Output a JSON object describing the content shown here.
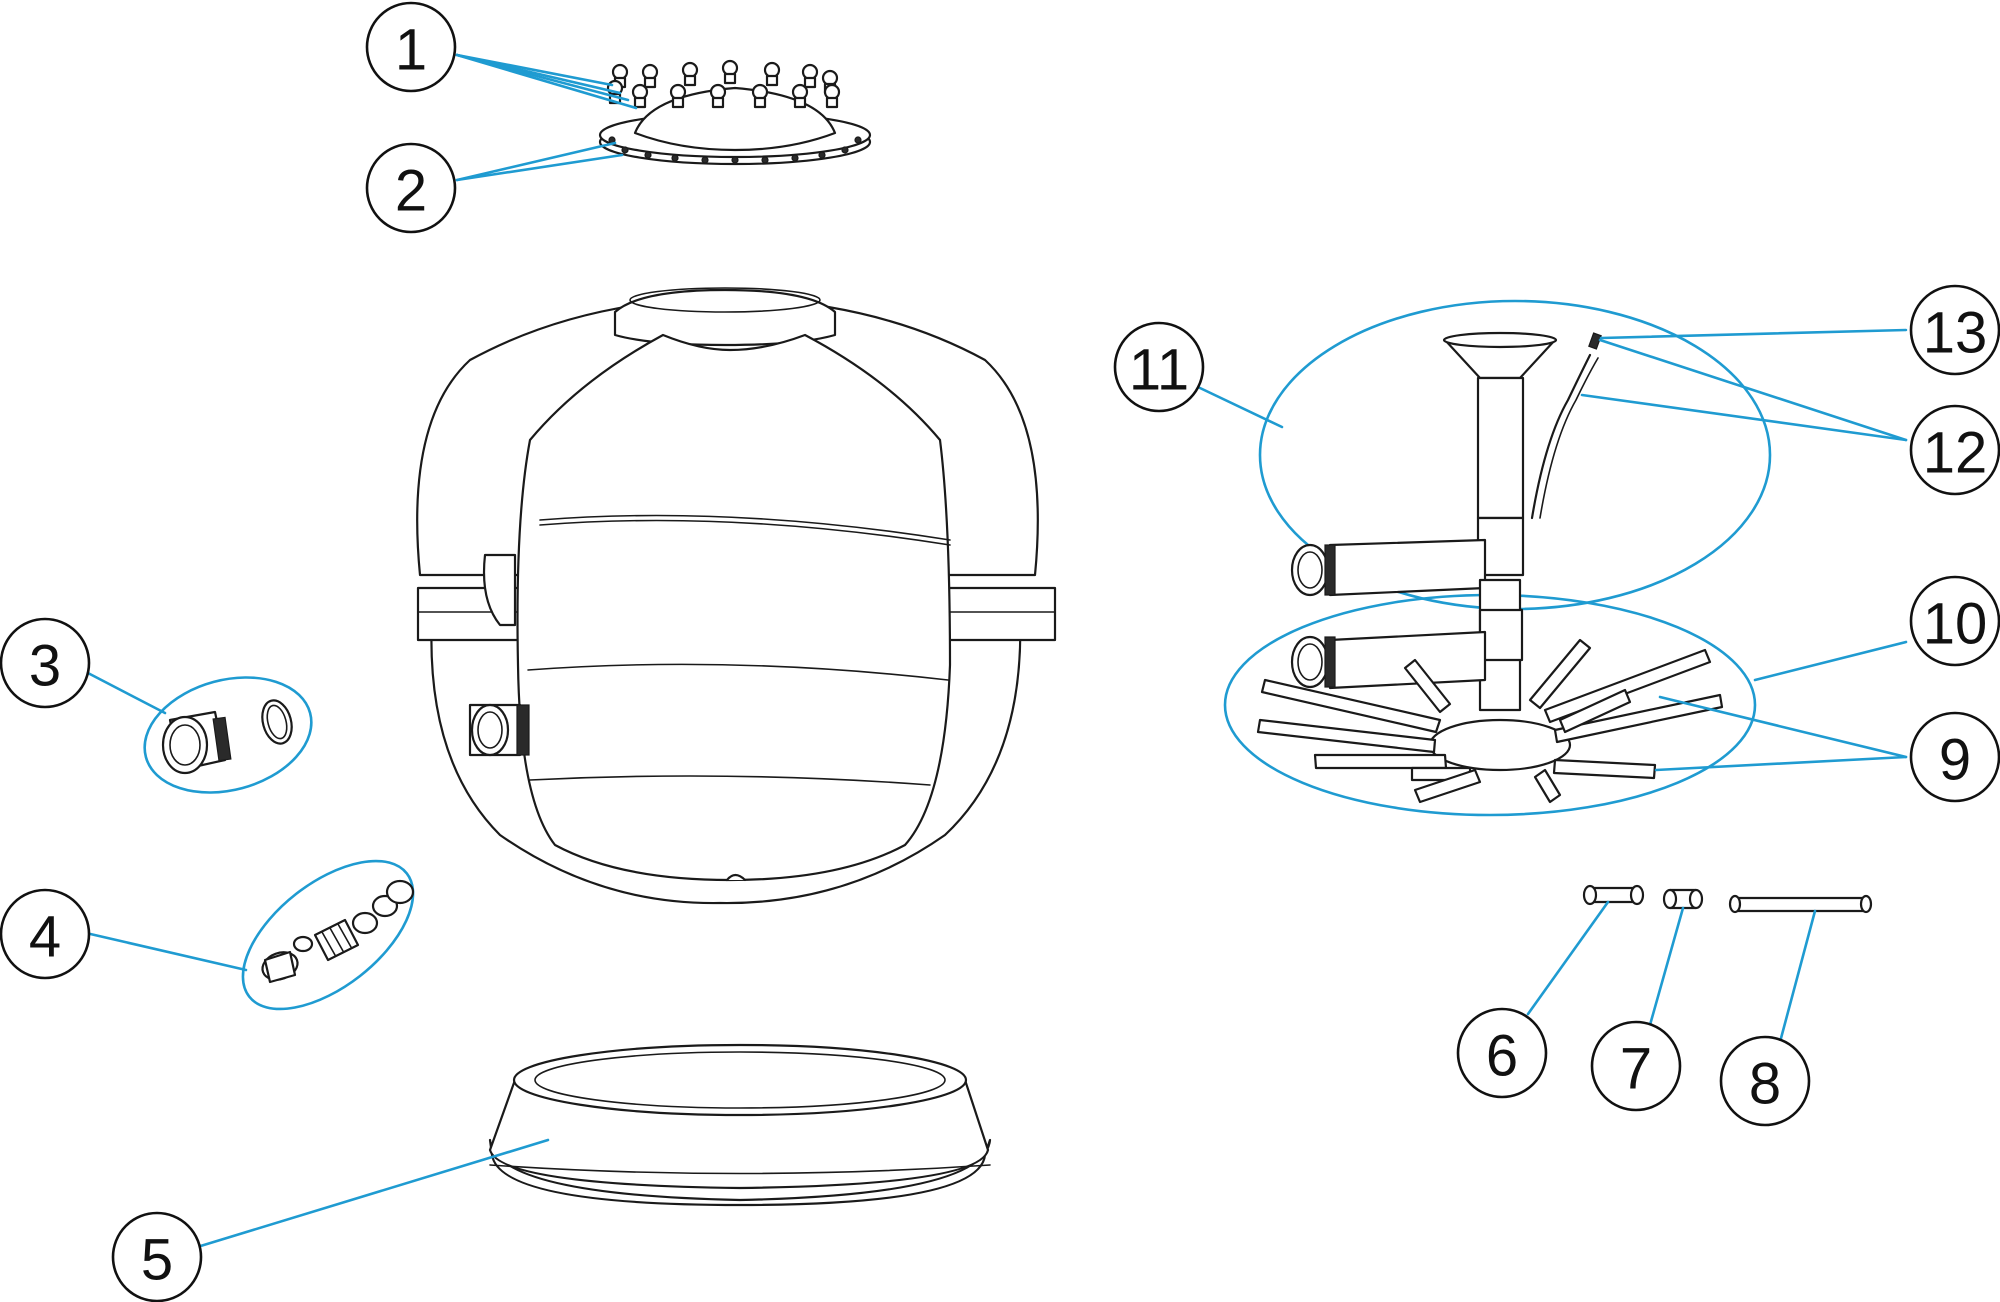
{
  "callouts": [
    {
      "id": "1",
      "label": "1"
    },
    {
      "id": "2",
      "label": "2"
    },
    {
      "id": "3",
      "label": "3"
    },
    {
      "id": "4",
      "label": "4"
    },
    {
      "id": "5",
      "label": "5"
    },
    {
      "id": "6",
      "label": "6"
    },
    {
      "id": "7",
      "label": "7"
    },
    {
      "id": "8",
      "label": "8"
    },
    {
      "id": "9",
      "label": "9"
    },
    {
      "id": "10",
      "label": "10"
    },
    {
      "id": "11",
      "label": "11"
    },
    {
      "id": "12",
      "label": "12"
    },
    {
      "id": "13",
      "label": "13"
    }
  ],
  "colors": {
    "leader": "#1f9bd1",
    "outline": "#1a1a1a",
    "background": "#ffffff"
  }
}
